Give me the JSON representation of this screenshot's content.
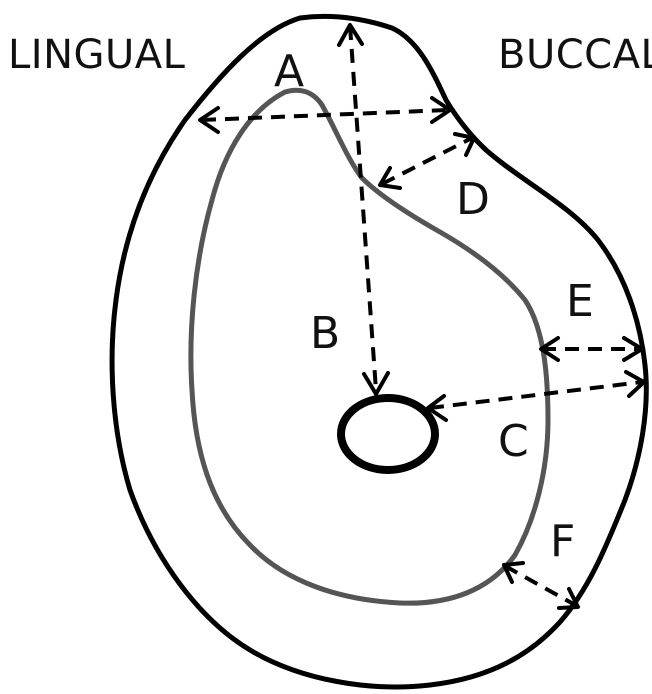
{
  "labels": {
    "lingual": "LINGUAL",
    "buccal": "BUCCAL"
  },
  "points": {
    "a": "A",
    "b": "B",
    "c": "C",
    "d": "D",
    "e": "E",
    "f": "F"
  },
  "colors": {
    "outer_outline": "#000000",
    "inner_outline": "#555555",
    "canal": "#000000",
    "text": "#111111",
    "background": "#ffffff"
  }
}
